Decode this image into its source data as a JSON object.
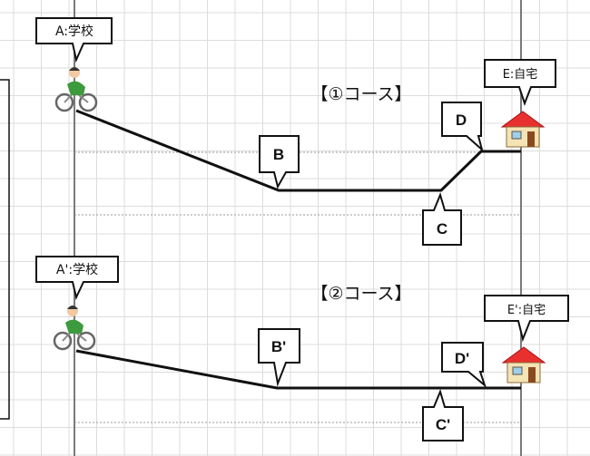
{
  "course1": {
    "title": "【①コース】",
    "points": {
      "a": "A:学校",
      "b": "B",
      "c": "C",
      "d": "D",
      "e": "E:自宅"
    }
  },
  "course2": {
    "title": "【②コース】",
    "points": {
      "a": "A':学校",
      "b": "B'",
      "c": "C'",
      "d": "D'",
      "e": "E':自宅"
    }
  },
  "icons": {
    "rider": "bicycle-rider-icon",
    "home": "house-icon"
  },
  "colors": {
    "route": "#111111",
    "grid": "#d9d9d9",
    "roof": "#e8312f",
    "rider_body": "#3d9a3d"
  }
}
